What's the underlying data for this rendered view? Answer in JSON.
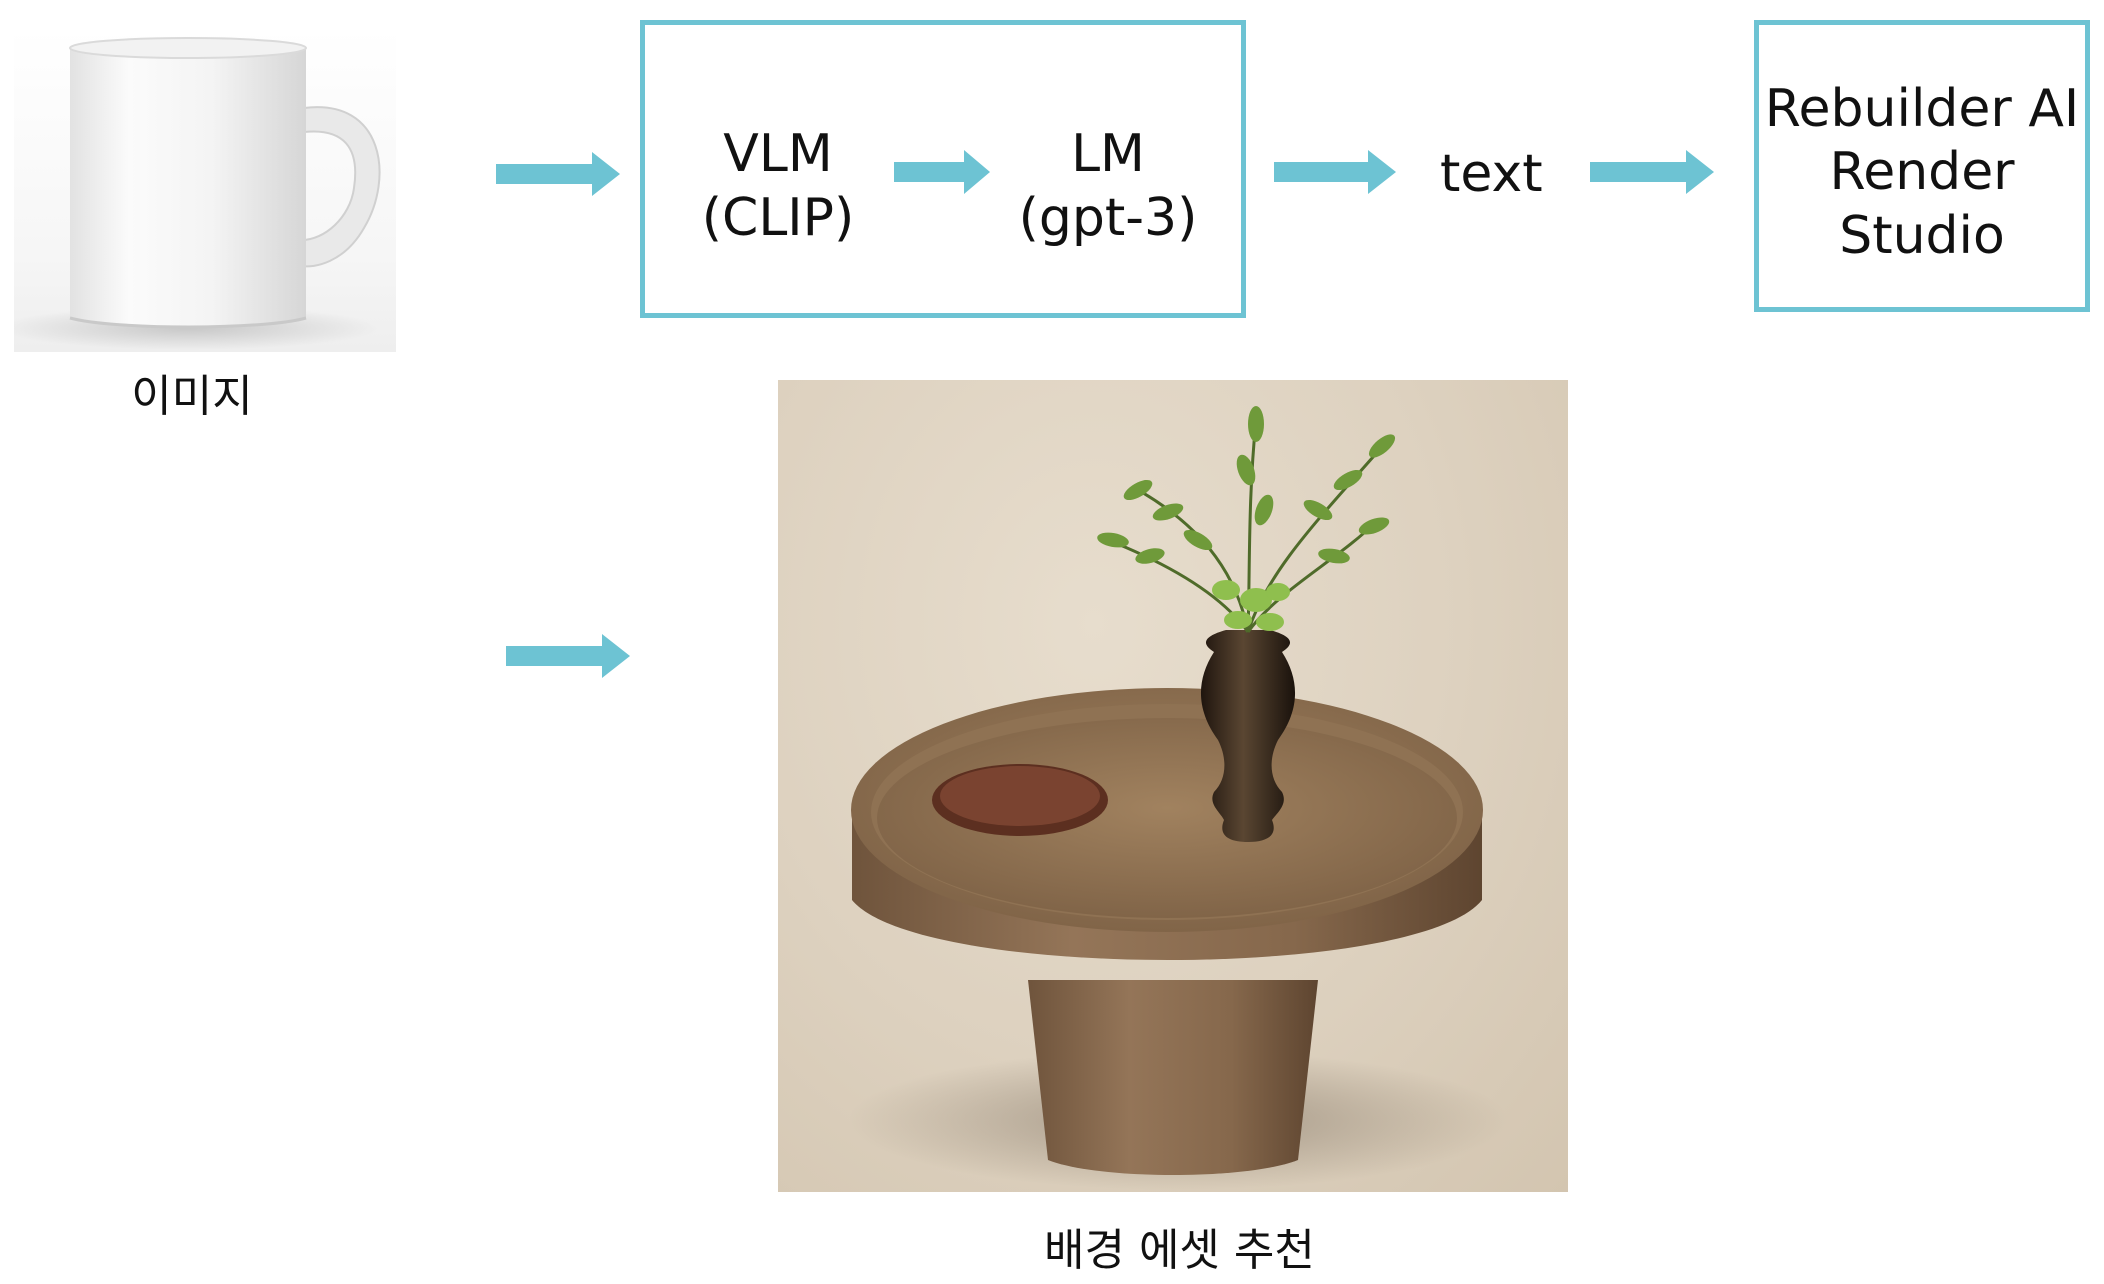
{
  "input_image": {
    "caption": "이미지"
  },
  "pipeline": {
    "vlm_title": "VLM",
    "vlm_model": "(CLIP)",
    "lm_title": "LM",
    "lm_model": "(gpt-3)",
    "text_node": "text",
    "renderer_lines": [
      "Rebuilder AI",
      "Render",
      "Studio"
    ]
  },
  "output_image": {
    "caption": "배경 에셋 추천"
  },
  "colors": {
    "accent": "#6dc3d3",
    "background": "#ffffff"
  }
}
